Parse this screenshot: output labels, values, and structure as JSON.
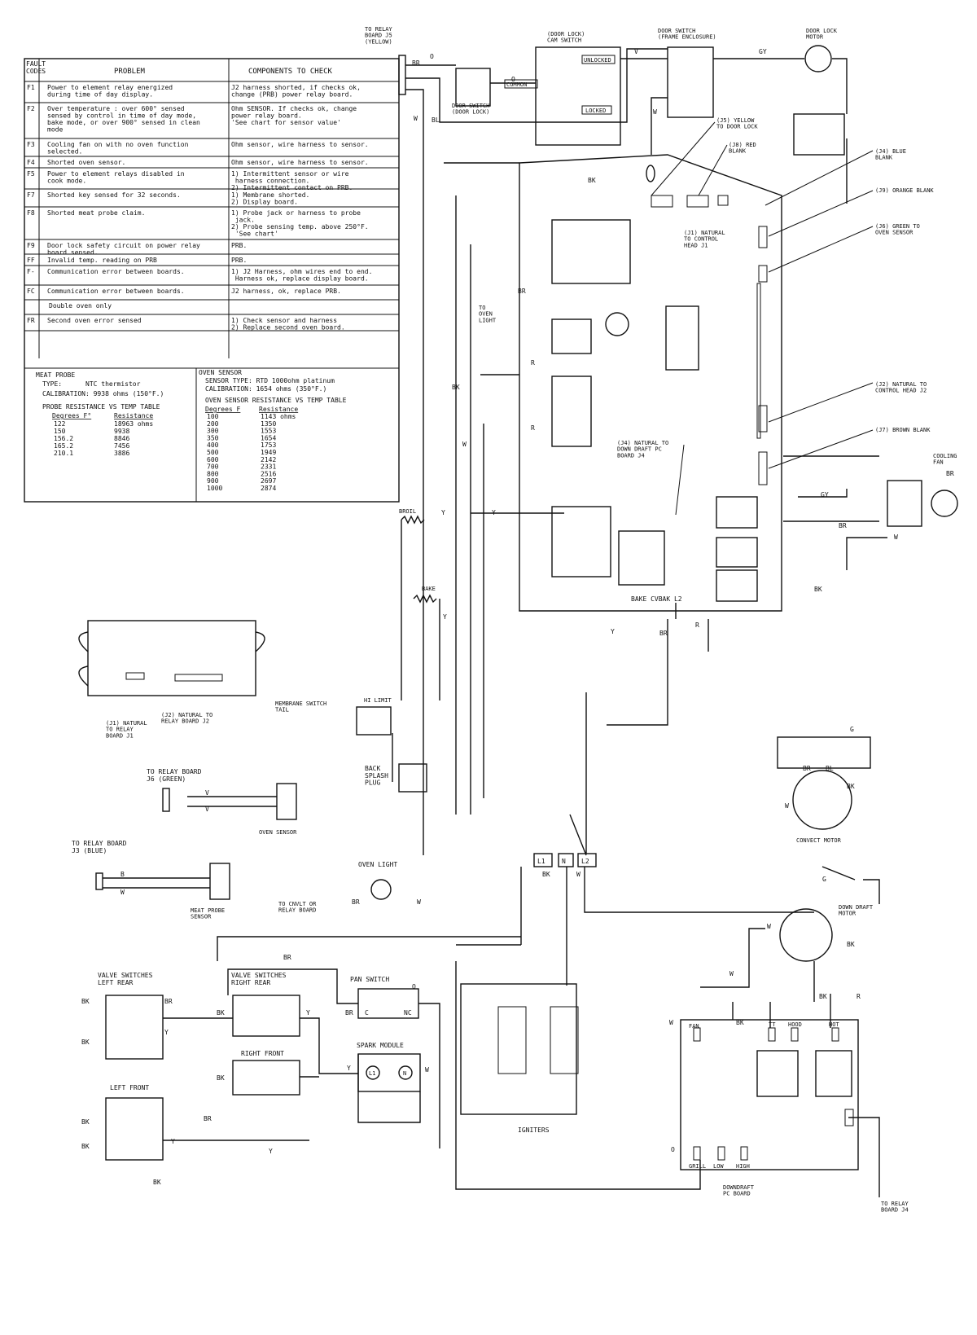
{
  "fault_table": {
    "header": {
      "codes": "FAULT\nCODES",
      "problem": "PROBLEM",
      "components": "COMPONENTS TO CHECK"
    },
    "rows": [
      {
        "code": "F1",
        "problem": "Power to element relay energized\nduring time of day display.",
        "check": "J2 harness shorted, if checks ok,\nchange (PRB) power relay board."
      },
      {
        "code": "F2",
        "problem": "Over temperature : over 600° sensed\nsensed by control in time of day mode,\nbake mode, or over 900° sensed in clean\nmode",
        "check": "Ohm SENSOR. If checks ok, change\npower relay board.\n'See chart for sensor value'"
      },
      {
        "code": "F3",
        "problem": "Cooling fan on with no oven function\nselected.",
        "check": "Ohm sensor, wire harness to sensor."
      },
      {
        "code": "F4",
        "problem": "Shorted oven sensor.",
        "check": "Ohm sensor, wire harness to sensor."
      },
      {
        "code": "F5",
        "problem": "Power to element relays disabled in\ncook mode.",
        "check": "1) Intermittent sensor or wire\n   harness connection.\n2) Intermittent contact on PRB."
      },
      {
        "code": "F7",
        "problem": "Shorted key sensed for 32 seconds.",
        "check": "1) Membrane shorted.\n2) Display board."
      },
      {
        "code": "F8",
        "problem": "Shorted meat probe claim.",
        "check": "1) Probe jack or harness to probe\n   jack.\n2) Probe sensing temp. above 250°F.\n   'See chart'"
      },
      {
        "code": "F9",
        "problem": "Door lock safety circuit on power relay\nboard sensed.",
        "check": "PRB."
      },
      {
        "code": "FF",
        "problem": "Invalid temp. reading on PRB",
        "check": "PRB."
      },
      {
        "code": "F-",
        "problem": "Communication error between boards.",
        "check": "1) J2 Harness, ohm wires end to end.\n   Harness ok, replace display board."
      },
      {
        "code": "FC",
        "problem": "Communication error between boards.",
        "check": "J2 harness, ok, replace PRB."
      },
      {
        "code": "",
        "problem": "Double oven only",
        "check": ""
      },
      {
        "code": "FR",
        "problem": "Second oven error sensed",
        "check": "1) Check sensor and harness\n2) Replace second oven board."
      }
    ]
  },
  "meat_probe": {
    "title": "MEAT PROBE",
    "type_label": "TYPE:",
    "type_value": "NTC thermistor",
    "calibration": "CALIBRATION:  9938 ohms  (150°F.)",
    "table_title": "PROBE RESISTANCE VS TEMP TABLE",
    "col1": "Degrees F°",
    "col2": "Resistance",
    "rows": [
      [
        "122",
        "18963 ohms"
      ],
      [
        "150",
        "9938"
      ],
      [
        "156.2",
        "8846"
      ],
      [
        "165.2",
        "7456"
      ],
      [
        "210.1",
        "3886"
      ]
    ]
  },
  "oven_sensor": {
    "title": "OVEN SENSOR",
    "type_line": "SENSOR TYPE:  RTD 1000ohm platinum",
    "calibration": "CALIBRATION:  1654 ohms (350°F.)",
    "table_title": "OVEN SENSOR RESISTANCE VS TEMP TABLE",
    "col1": "Degrees F",
    "col2": "Resistance",
    "rows": [
      [
        "100",
        "1143 ohms"
      ],
      [
        "200",
        "1350"
      ],
      [
        "300",
        "1553"
      ],
      [
        "350",
        "1654"
      ],
      [
        "400",
        "1753"
      ],
      [
        "500",
        "1949"
      ],
      [
        "600",
        "2142"
      ],
      [
        "700",
        "2331"
      ],
      [
        "800",
        "2516"
      ],
      [
        "900",
        "2697"
      ],
      [
        "1000",
        "2874"
      ]
    ]
  },
  "labels": {
    "to_relay_j5": "TO RELAY\nBOARD J5\n(YELLOW)",
    "door_switch_lock": "DOOR SWITCH\n(DOOR LOCK)",
    "door_lock_cam": "(DOOR LOCK)\nCAM SWITCH",
    "unlocked": "UNLOCKED",
    "locked": "LOCKED",
    "common": "COMMON",
    "door_switch_frame": "DOOR SWITCH\n(FRAME ENCLOSURE)",
    "door_lock_motor": "DOOR LOCK\nMOTOR",
    "j5_yellow": "(J5) YELLOW\nTO DOOR LOCK",
    "j8_red": "(J8) RED\nBLANK",
    "j4_blue": "(J4) BLUE\nBLANK",
    "j9_orange": "(J9) ORANGE BLANK",
    "j6_green": "(J6) GREEN TO\nOVEN SENSOR",
    "j1_natural": "(J1) NATURAL\nTO CONTROL\nHEAD J1",
    "to_oven_light": "TO\nOVEN\nLIGHT",
    "j2_natural": "(J2) NATURAL TO\nCONTROL HEAD J2",
    "j7_brown": "(J7) BROWN BLANK",
    "j4_natural_dd": "(J4) NATURAL TO\nDOWN DRAFT PC\nBOARD J4",
    "cooling_fan": "COOLING\nFAN",
    "broil": "BROIL",
    "bake": "BAKE",
    "relay_bottom": "BAKE CVBAK L2",
    "j1_natural_relay": "(J1) NATURAL\nTO RELAY\nBOARD J1",
    "j2_natural_relay": "(J2) NATURAL TO\nRELAY BOARD J2",
    "membrane_tail": "MEMBRANE SWITCH\nTAIL",
    "hi_limit": "HI LIMIT",
    "to_relay_j6": "TO RELAY BOARD\nJ6 (GREEN)",
    "oven_sensor_lbl": "OVEN SENSOR",
    "back_splash": "BACK\nSPLASH\nPLUG",
    "convect_motor": "CONVECT MOTOR",
    "to_relay_j3": "TO RELAY BOARD\nJ3 (BLUE)",
    "meat_probe_sensor": "MEAT PROBE\nSENSOR",
    "oven_light": "OVEN LIGHT",
    "to_cnvlt": "TO CNVLT OR\nRELAY BOARD",
    "down_draft_motor": "DOWN DRAFT\nMOTOR",
    "valve_left_rear": "VALVE SWITCHES\nLEFT REAR",
    "valve_right_rear": "VALVE SWITCHES\nRIGHT REAR",
    "right_front": "RIGHT FRONT",
    "left_front": "LEFT FRONT",
    "pan_switch": "PAN SWITCH",
    "spark_module": "SPARK MODULE",
    "igniters": "IGNITERS",
    "downdraft_pc": "DOWNDRAFT\nPC BOARD",
    "to_relay_j4": "TO RELAY\nBOARD J4",
    "dd_fan": "FAN",
    "dd_tt": "TT",
    "dd_hood": "HOOD",
    "dd_hot": "HOT",
    "dd_grill": "GRILL",
    "dd_low": "LOW",
    "dd_high": "HIGH",
    "term_l1": "L1",
    "term_n": "N",
    "term_l2": "L2",
    "sm_l1": "L1",
    "sm_n": "N",
    "pan_c": "C",
    "pan_nc": "NC"
  },
  "wire_codes": {
    "BR": "BR",
    "BL": "BL",
    "BK": "BK",
    "W": "W",
    "Y": "Y",
    "R": "R",
    "O": "O",
    "GY": "GY",
    "G": "G",
    "B": "B",
    "V": "V"
  }
}
